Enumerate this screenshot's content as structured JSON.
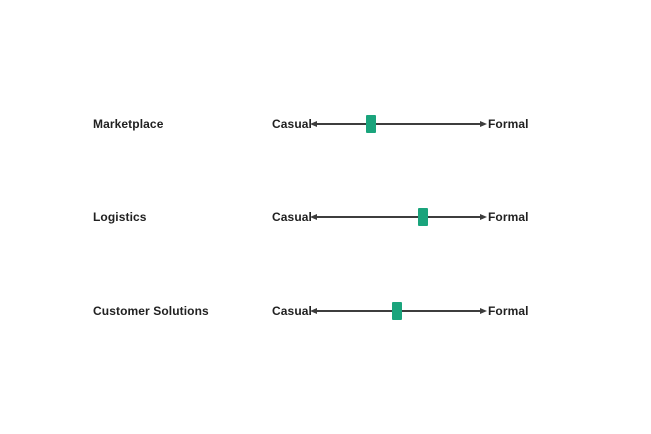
{
  "page": {
    "background": "#ffffff"
  },
  "chart_data": {
    "type": "scatter",
    "subtype": "semantic-differential-sliders",
    "title": "",
    "rows": [
      {
        "label": "Marketplace",
        "left_anchor": "Casual",
        "right_anchor": "Formal",
        "value_percent": 34.5
      },
      {
        "label": "Logistics",
        "left_anchor": "Casual",
        "right_anchor": "Formal",
        "value_percent": 64
      },
      {
        "label": "Customer Solutions",
        "left_anchor": "Casual",
        "right_anchor": "Formal",
        "value_percent": 49
      }
    ],
    "axis_range_percent": [
      0,
      100
    ],
    "legend": "none",
    "grid": "off",
    "marker_color": "#1aa47c",
    "line_color": "#3d3d3d",
    "text_color": "#212121"
  }
}
